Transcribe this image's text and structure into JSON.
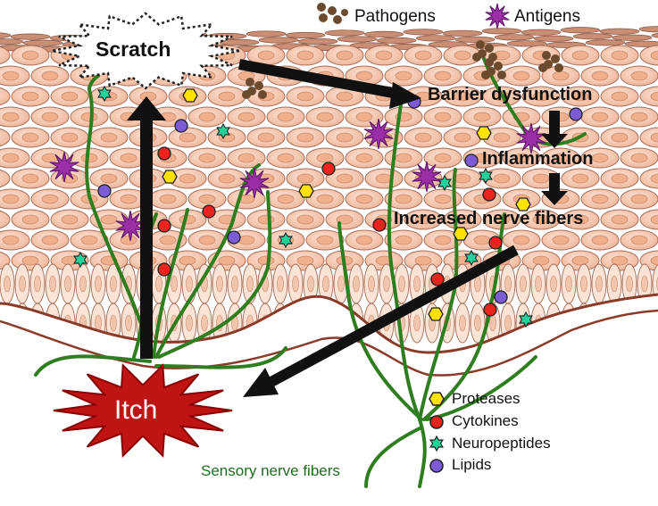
{
  "labels": {
    "scratch": "Scratch",
    "barrier": "Barrier dysfunction",
    "inflammation": "Inflammation",
    "nerve_increase": "Increased nerve fibers",
    "itch": "Itch",
    "sensory": "Sensory nerve fibers"
  },
  "legend_top": [
    {
      "label": "Pathogens",
      "icon": "pathogen-cluster-icon"
    },
    {
      "label": "Antigens",
      "icon": "antigen-star-icon"
    }
  ],
  "legend": [
    {
      "label": "Proteases",
      "icon": "hexagon-icon",
      "color": "#ffe200"
    },
    {
      "label": "Cytokines",
      "icon": "circle-icon",
      "color": "#e8241c"
    },
    {
      "label": "Neuropeptides",
      "icon": "star-icon",
      "color": "#1fd39a"
    },
    {
      "label": "Lipids",
      "icon": "circle-icon",
      "color": "#7b5cd6"
    }
  ],
  "colors": {
    "cell_fill": "#f6c8ae",
    "cell_stroke": "#a86e5a",
    "nerve": "#2e7d1e",
    "itch_fill": "#c01414",
    "arrow": "#111111",
    "dermis_line": "#8a3b2a"
  }
}
